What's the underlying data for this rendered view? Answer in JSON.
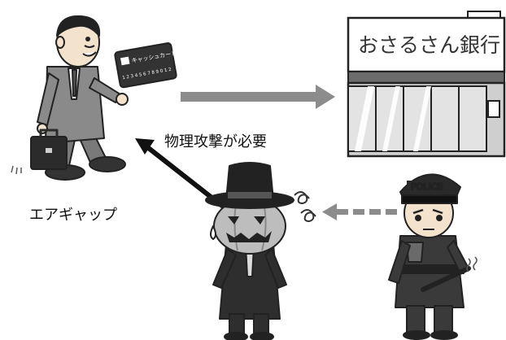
{
  "bank": {
    "name": "おさるさん銀行"
  },
  "card": {
    "brand": "キャッシュカード",
    "number": "1 2 3 4 5 6 7 8 9 0 1 2"
  },
  "police": {
    "cap_text": "POLICE"
  },
  "labels": {
    "air_gap": "エアギャップ",
    "physical_attack": "物理攻撃が必要"
  },
  "colors": {
    "arrow_gray": "#8c8c8c",
    "arrow_dark": "#111111",
    "dashed_arrow": "#8c8c8c",
    "roof": "#6b6b6b",
    "wall": "#cfcfcf",
    "glass": "#e3e3e3"
  }
}
